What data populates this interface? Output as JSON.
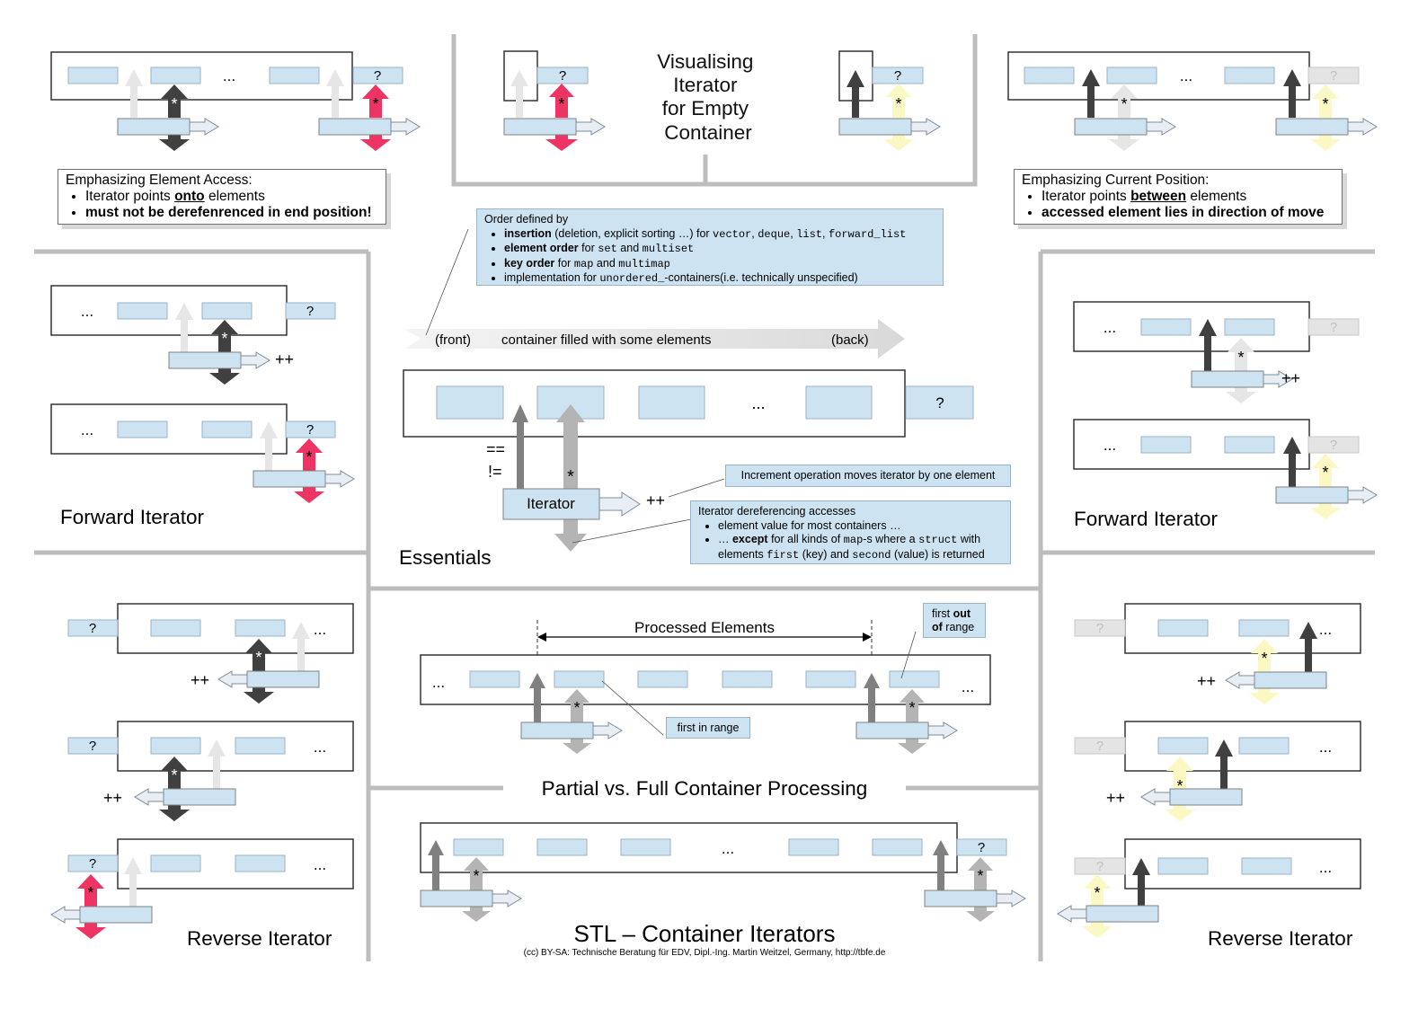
{
  "title": "STL – Container Iterators",
  "credit": "(cc) BY-SA: Technische Beratung für EDV, Dipl.-Ing. Martin Weitzel, Germany, http://tbfe.de",
  "glyphs": {
    "end": "?",
    "deref": "*",
    "dots": "...",
    "incr": "++",
    "eq": "==",
    "ne": "!="
  },
  "panels": {
    "forward_left": "Forward Iterator",
    "forward_right": "Forward Iterator",
    "reverse_left": "Reverse Iterator",
    "reverse_right": "Reverse Iterator",
    "essentials": "Essentials",
    "partial": "Partial vs. Full Container Processing"
  },
  "empty_container": {
    "line1": "Visualising",
    "line2": "Iterator",
    "line3": "for Empty",
    "line4": "Container"
  },
  "element_access_note": {
    "heading": "Emphasizing Element Access:",
    "item1_pre": "Iterator points ",
    "item1_em": "onto",
    "item1_post": " elements",
    "item2": "must not be derefenrenced in end position!"
  },
  "position_note": {
    "heading": "Emphasizing Current Position:",
    "item1_pre": "Iterator points ",
    "item1_em": "between",
    "item1_post": " elements",
    "item2": "accessed element lies in direction of move"
  },
  "order_note": {
    "heading": "Order defined by",
    "l1_b": "insertion",
    "l1_t": " (deletion, explicit sorting …) for ",
    "l1_c1": "vector",
    "l1_c2": "deque",
    "l1_c3": "list",
    "l1_c4": "forward_list",
    "l2_b": "element order",
    "l2_t": " for ",
    "l2_c1": "set",
    "l2_and": " and ",
    "l2_c2": "multiset",
    "l3_b": "key order",
    "l3_t": " for ",
    "l3_c1": "map",
    "l3_and": " and ",
    "l3_c2": "multimap",
    "l4_t": "implementation for ",
    "l4_c": "unordered_",
    "l4_post": "-containers(i.e. technically unspecified)"
  },
  "container_arrow": {
    "front": "(front)",
    "label": "container filled with some elements",
    "back": "(back)"
  },
  "essentials": {
    "iterator": "Iterator",
    "increment_note": "Increment operation moves iterator by one element",
    "deref_heading": "Iterator dereferencing accesses",
    "deref_item1": "element value for most containers …",
    "deref_item2_pre": "… ",
    "deref_item2_b": "except",
    "deref_item2_t1": " for all kinds of ",
    "deref_item2_c1": "map",
    "deref_item2_t2": "-s where a ",
    "deref_item2_c2": "struct",
    "deref_item2_t3": " with",
    "deref_item2_line2_pre": "elements ",
    "deref_item2_c3": "first",
    "deref_item2_t4": " (key) and ",
    "deref_item2_c4": "second",
    "deref_item2_t5": " (value) is returned"
  },
  "partial": {
    "processed": "Processed Elements",
    "first_in_range": "first in range",
    "first_out_l1_pre": "first ",
    "first_out_l1_b": "out",
    "first_out_l2_b": "of",
    "first_out_l2_t": " range"
  },
  "colors": {
    "element_fill": "#cde3f2",
    "element_stroke": "#9bb3c6",
    "dark_arrow": "#404040",
    "gray_arrow": "#b4b4b4",
    "light_arrow": "#e6e6e6",
    "red_arrow": "#ee3463",
    "yellow_arrow": "#fbf8c4",
    "panel_border": "#bdbdbd"
  }
}
